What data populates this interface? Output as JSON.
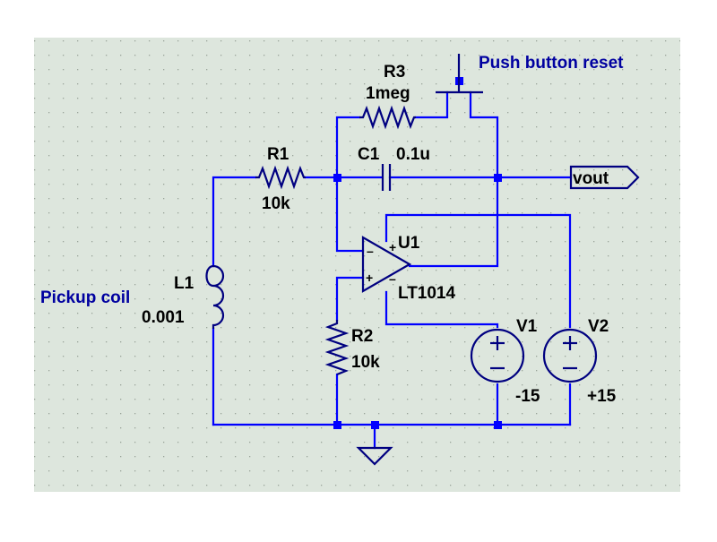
{
  "colors": {
    "background": "#dde6dd",
    "wire": "#0000ff",
    "component": "#000080",
    "label": "#000000",
    "note": "#0000a0",
    "grid": "#9aa59a"
  },
  "notes": {
    "push_button": "Push button reset",
    "pickup_coil": "Pickup coil"
  },
  "components": {
    "r1": {
      "ref": "R1",
      "value": "10k"
    },
    "r2": {
      "ref": "R2",
      "value": "10k"
    },
    "r3": {
      "ref": "R3",
      "value": "1meg"
    },
    "c1": {
      "ref": "C1",
      "value": "0.1u"
    },
    "l1": {
      "ref": "L1",
      "value": "0.001"
    },
    "u1": {
      "ref": "U1",
      "value": "LT1014"
    },
    "v1": {
      "ref": "V1",
      "value": "-15"
    },
    "v2": {
      "ref": "V2",
      "value": "+15"
    }
  },
  "signs": {
    "plus": "+",
    "minus": "–"
  },
  "net_labels": {
    "output": "vout"
  },
  "ground_icon": "ground-icon"
}
